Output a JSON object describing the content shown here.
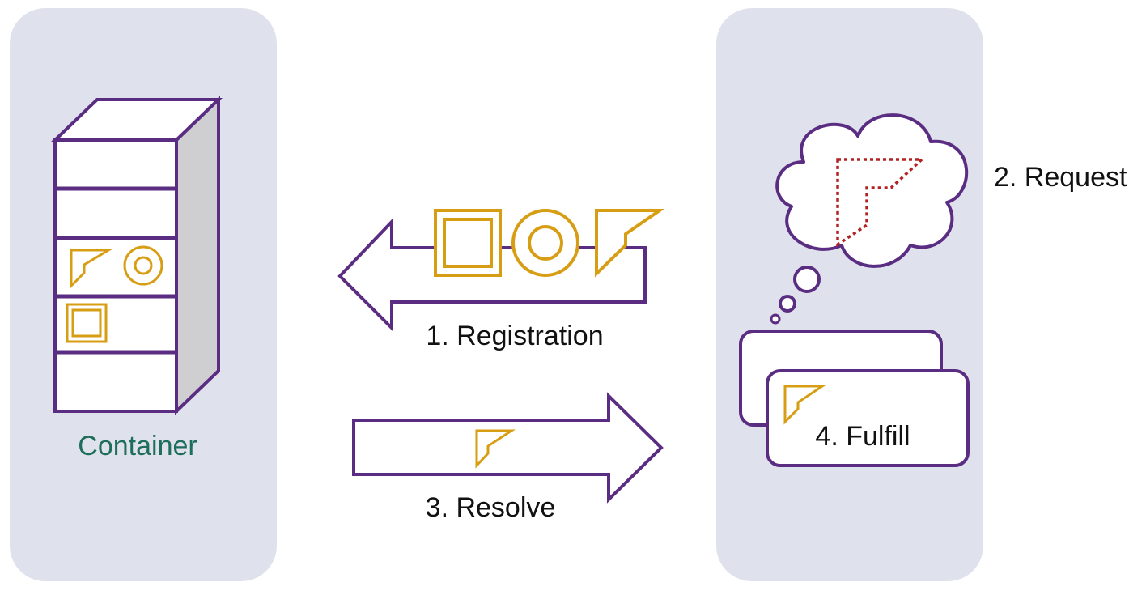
{
  "colors": {
    "panel_bg": "#dfe2ec",
    "outline_purple": "#5a2d82",
    "shape_gold": "#d79e14",
    "request_dotted_red": "#b22222",
    "container_label": "#1f6e5c",
    "side_gray": "#cfcfd2",
    "text": "#111111"
  },
  "container": {
    "label": "Container"
  },
  "steps": {
    "registration": "1. Registration",
    "request": "2. Request",
    "resolve": "3. Resolve",
    "fulfill": "4. Fulfill"
  },
  "icons": {
    "registered_shapes": [
      "square-icon",
      "circle-icon",
      "corner-icon"
    ],
    "thought": "thought-cloud-icon",
    "requested_shape": "dotted-corner-icon"
  }
}
